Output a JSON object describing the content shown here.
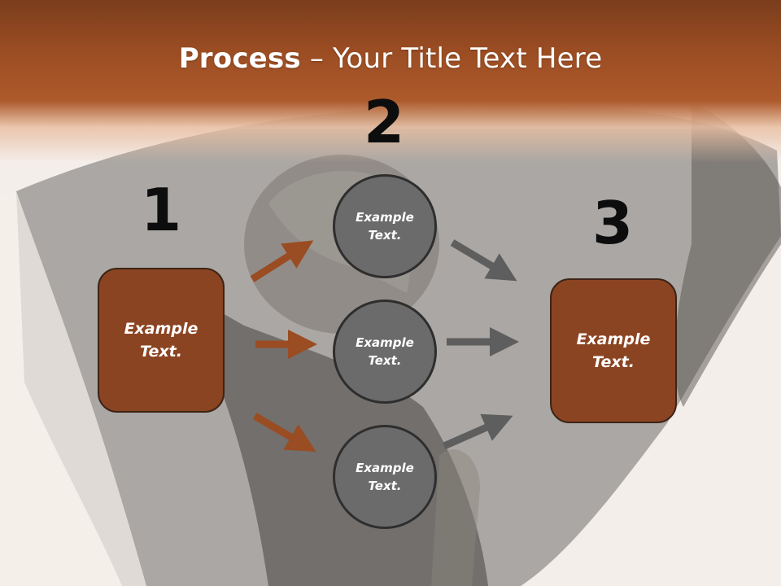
{
  "title": {
    "bold": "Process",
    "rest": " – Your Title Text Here"
  },
  "steps": {
    "one": {
      "number": "1",
      "text": "Example\nText."
    },
    "two": {
      "number": "2"
    },
    "three": {
      "number": "3",
      "text": "Example\nText."
    }
  },
  "circles": [
    {
      "text": "Example\nText."
    },
    {
      "text": "Example\nText."
    },
    {
      "text": "Example\nText."
    }
  ],
  "colors": {
    "header_brown": "#9a4c22",
    "box_fill": "#8b4422",
    "circle_fill": "#6b6b6b",
    "arrow_brown": "#9a4c22",
    "arrow_gray": "#5e5e5e"
  }
}
